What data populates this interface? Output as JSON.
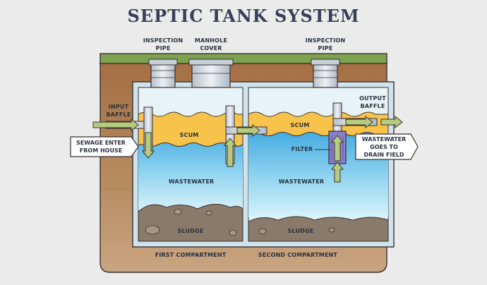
{
  "title": "SEPTIC TANK SYSTEM",
  "labels": {
    "inspection_pipe_left": [
      "INSPECTION",
      "PIPE"
    ],
    "manhole_cover": [
      "MANHOLE",
      "COVER"
    ],
    "inspection_pipe_right": [
      "INSPECTION",
      "PIPE"
    ],
    "input_baffle": [
      "INPUT",
      "BAFFLE"
    ],
    "output_baffle": [
      "OUTPUT",
      "BAFFLE"
    ],
    "sewage_enter": [
      "SEWAGE ENTER",
      "FROM HOUSE"
    ],
    "wastewater_goes": [
      "WASTEWATER",
      "GOES TO",
      "DRAIN FIELD"
    ],
    "scum_left": "SCUM",
    "scum_right": "SCUM",
    "filter": "FILTER",
    "wastewater_left": "WASTEWATER",
    "wastewater_right": "WASTEWATER",
    "sludge_left": "SLUDGE",
    "sludge_right": "SLUDGE",
    "first_compartment": "FIRST COMPARTMENT",
    "second_compartment": "SECOND COMPARTMENT"
  },
  "colors": {
    "grass": "#7ea350",
    "soil_top": "#a9774a",
    "soil_bottom": "#c6a079",
    "tank_wall": "#cfe3ec",
    "scum": "#f7c34a",
    "water_top": "#4aaee0",
    "water_bottom": "#c6ecf8",
    "sludge": "#8a7a6a",
    "pipe": "#d9dde3",
    "arrow": "#b5cc7f",
    "filter": "#8b7fc9"
  },
  "icons": [
    "flow-arrow-icon",
    "pipe-icon",
    "filter-icon",
    "rock-icon"
  ]
}
